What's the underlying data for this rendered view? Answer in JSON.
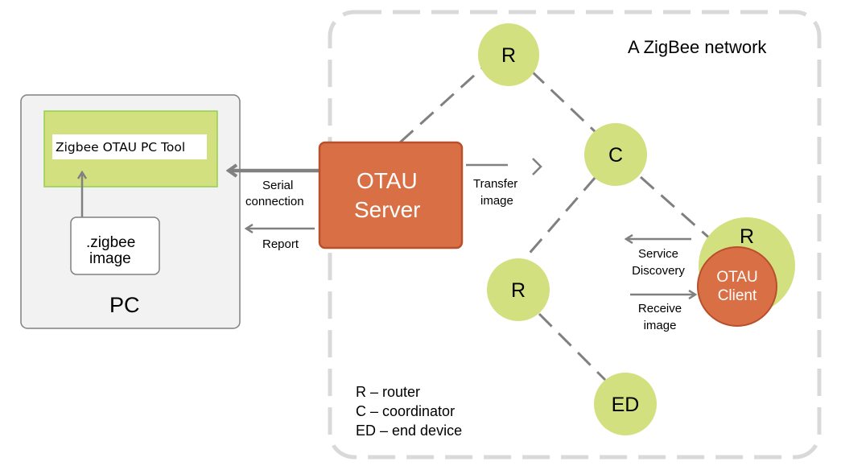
{
  "network": {
    "title": "A ZigBee network"
  },
  "pc": {
    "label": "PC",
    "tool_label": "Zigbee OTAU PC Tool",
    "image_file_line1": ".zigbee",
    "image_file_line2": "image"
  },
  "server": {
    "line1": "OTAU",
    "line2": "Server"
  },
  "client": {
    "line1": "OTAU",
    "line2": "Client"
  },
  "links": {
    "serial_line1": "Serial",
    "serial_line2": "connection",
    "report": "Report",
    "transfer_line1": "Transfer",
    "transfer_line2": "image",
    "service_line1": "Service",
    "service_line2": "Discovery",
    "receive_line1": "Receive",
    "receive_line2": "image"
  },
  "nodes": {
    "router_top": "R",
    "coordinator": "C",
    "router_left": "R",
    "router_client": "R",
    "end_device": "ED"
  },
  "legend": {
    "line1": "R – router",
    "line2": "C – coordinator",
    "line3": "ED – end device"
  },
  "colors": {
    "node_green": "#d3e07f",
    "server_orange": "#d96f45",
    "server_border": "#b9502c",
    "arrow_gray": "#808080",
    "network_border": "#d9d9d9",
    "pc_panel_bg": "#f2f2f2"
  }
}
